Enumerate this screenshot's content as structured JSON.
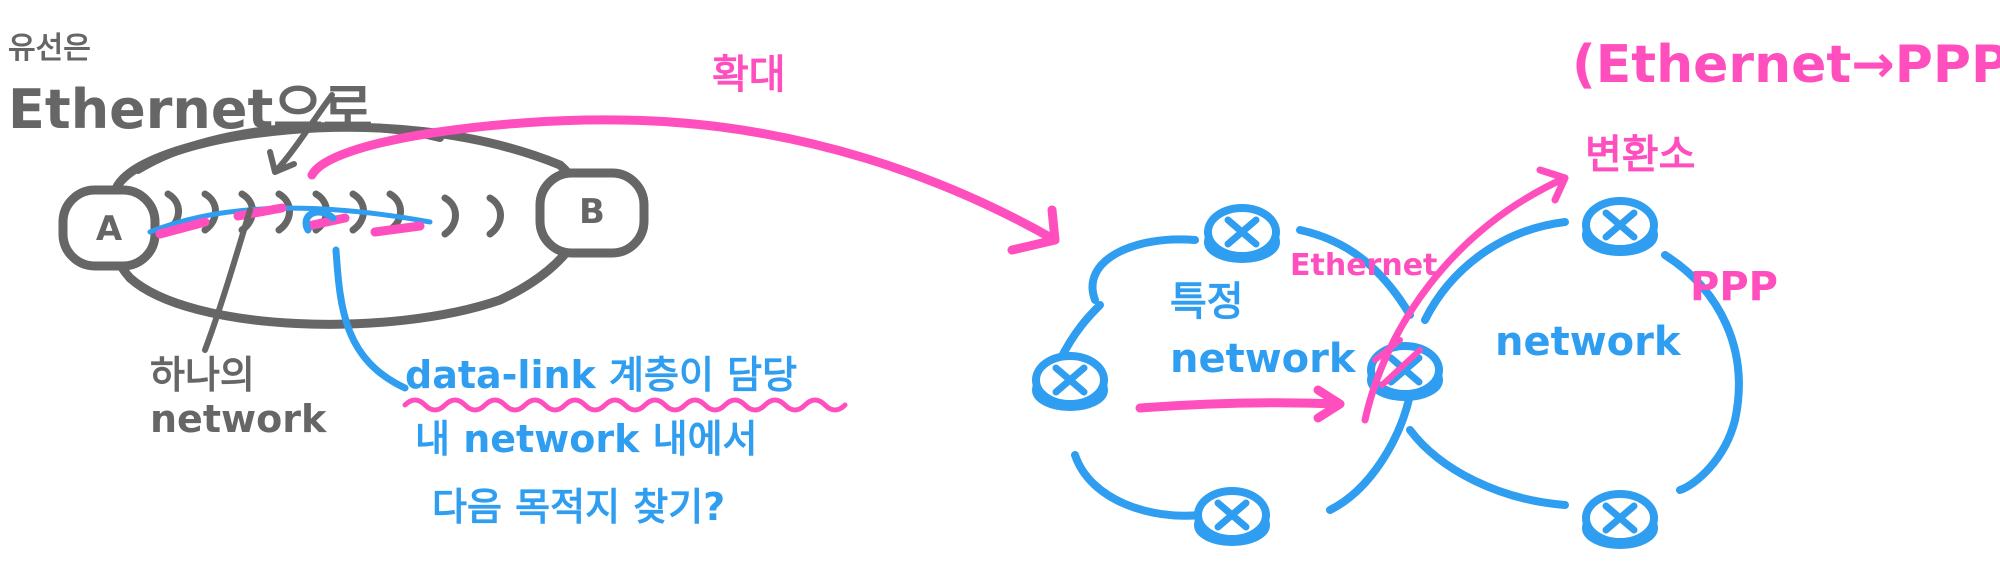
{
  "colors": {
    "gray": "#666666",
    "blue": "#2f9ef0",
    "pink": "#ff4fbe"
  },
  "left_network": {
    "title_line1": "유선은",
    "title_line2": "Ethernet으로",
    "node_a": "A",
    "node_b": "B",
    "sub_label_line1": "하나의",
    "sub_label_line2": "network"
  },
  "annotation": {
    "line1": "data-link 계층이 담당",
    "line2": "내 network 내에서",
    "line3": "다음 목적지 찾기?"
  },
  "expand_label": "확대",
  "right_network": {
    "header": "(Ethernet→PPP)",
    "change_label": "변환소",
    "ethernet_label": "Ethernet",
    "ppp_label": "PPP",
    "specific_network_line1": "특정",
    "specific_network_line2": "network",
    "network_label": "network"
  },
  "icons": {
    "router": "router-icon"
  }
}
